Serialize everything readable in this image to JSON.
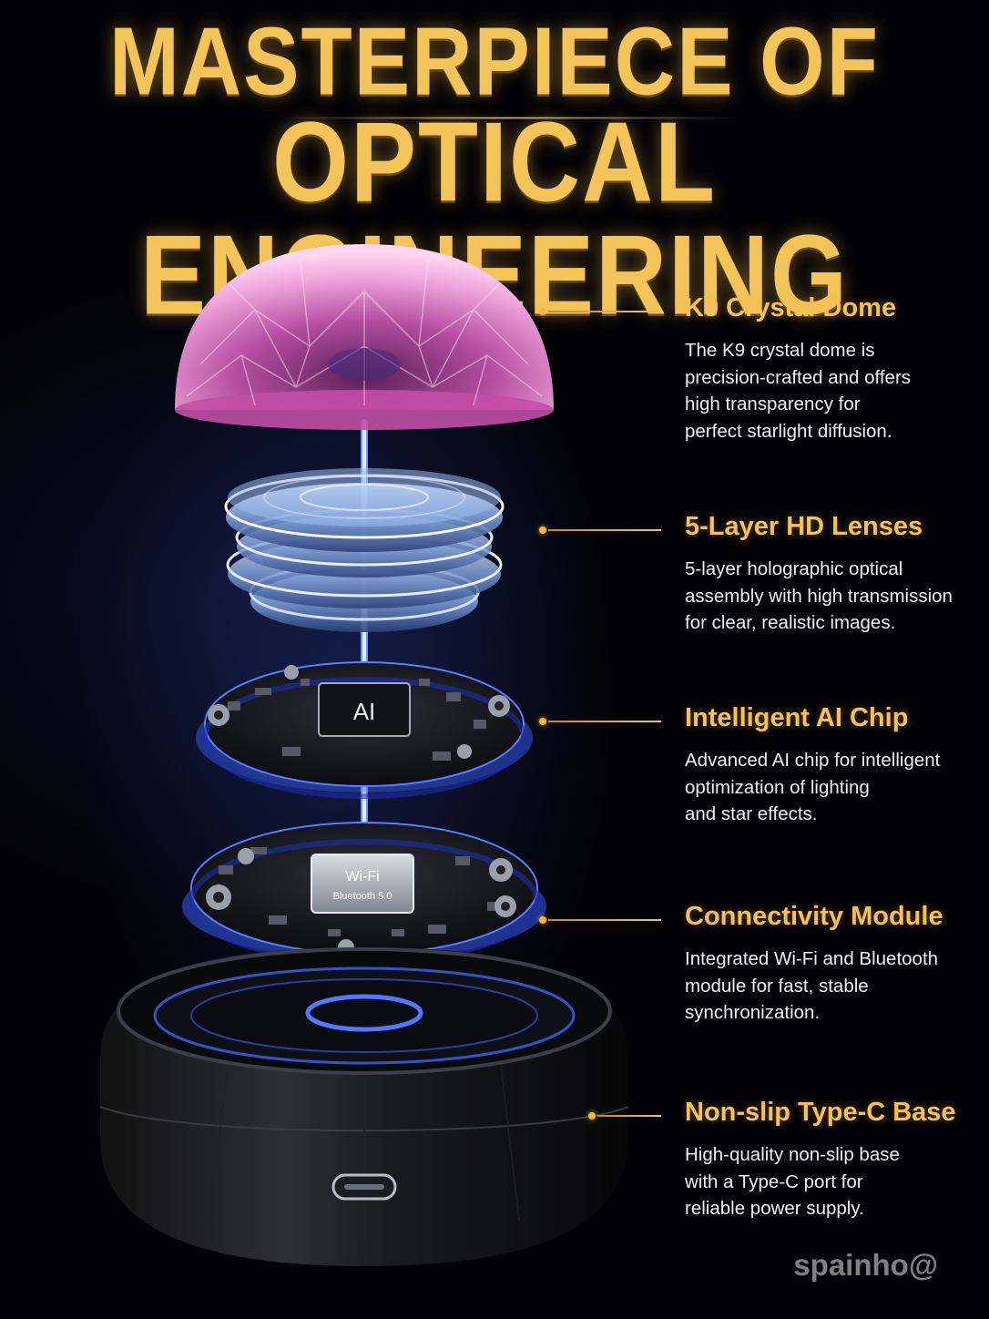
{
  "headline": {
    "line1": "MASTERPIECE OF",
    "line2": "OPTICAL ENGINEERING"
  },
  "product": {
    "chip_label": "AI",
    "module_label": "Wi-Fi",
    "module_sublabel": "Bluetooth 5.0"
  },
  "callouts": [
    {
      "title": "K9 Crystal Dome",
      "lines": [
        "The K9 crystal dome is",
        "precision-crafted and offers",
        "high transparency for",
        "perfect starlight diffusion."
      ]
    },
    {
      "title": "5-Layer HD Lenses",
      "lines": [
        "5-layer holographic optical",
        "assembly with high transmission",
        "for clear, realistic images."
      ]
    },
    {
      "title": "Intelligent AI Chip",
      "lines": [
        "Advanced AI chip for intelligent",
        "optimization of lighting",
        "and star effects."
      ]
    },
    {
      "title": "Connectivity Module",
      "lines": [
        "Integrated Wi-Fi and Bluetooth",
        "module for fast, stable",
        "synchronization."
      ]
    },
    {
      "title": "Non-slip Type-C Base",
      "lines": [
        "High-quality non-slip base",
        "with a Type-C port for",
        "reliable power supply."
      ]
    }
  ],
  "watermark": "spainho@",
  "colors": {
    "gold": "#f4c158",
    "beam_blue": "#4f7dff",
    "dome_pink": "#e08ac8",
    "background": "#020206"
  }
}
